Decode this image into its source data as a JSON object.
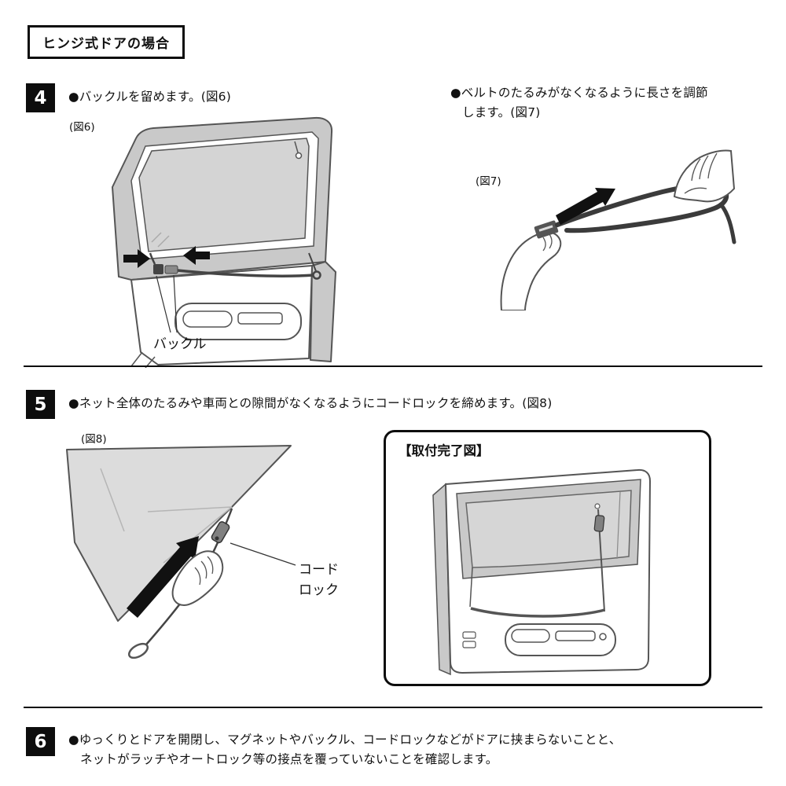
{
  "header": {
    "title": "ヒンジ式ドアの場合"
  },
  "step4": {
    "number": "4",
    "instruction": "●バックルを留めます。(図6)",
    "fig_label": "(図6)",
    "buckle_label": "バックル"
  },
  "step4_right": {
    "instruction_line1": "●ベルトのたるみがなくなるように長さを調節",
    "instruction_line2": "します。(図7)",
    "fig_label": "(図7)"
  },
  "step5": {
    "number": "5",
    "instruction": "●ネット全体のたるみや車両との隙間がなくなるようにコードロックを締めます。(図8)",
    "fig_label": "(図8)",
    "cordlock_label_line1": "コード",
    "cordlock_label_line2": "ロック",
    "completed_title": "【取付完了図】"
  },
  "step6": {
    "number": "6",
    "instruction_line1": "●ゆっくりとドアを開閉し、マグネットやバックル、コードロックなどがドアに挟まらないことと、",
    "instruction_line2": "ネットがラッチやオートロック等の接点を覆っていないことを確認します。"
  },
  "colors": {
    "badge_bg": "#0d0d0d",
    "line": "#555555",
    "frame_gray": "#c9c9c9",
    "net_gray": "#d6d6d6",
    "arrow_black": "#111111"
  }
}
